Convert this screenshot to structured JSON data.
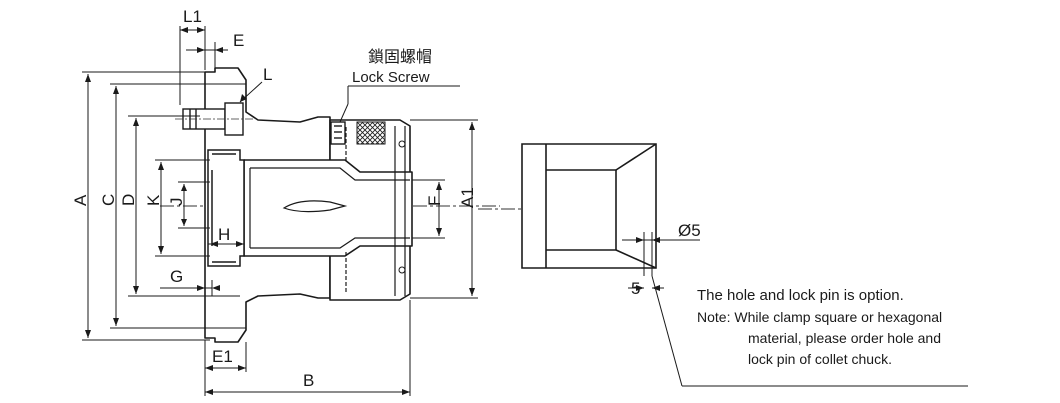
{
  "drawing": {
    "labels": {
      "L1": "L1",
      "E": "E",
      "L": "L",
      "A": "A",
      "C": "C",
      "D": "D",
      "K": "K",
      "J": "J",
      "H": "H",
      "G": "G",
      "E1": "E1",
      "B": "B",
      "F": "F",
      "A1": "A1",
      "dia5": "Ø5",
      "five": "5"
    },
    "lock_screw_cn": "鎖固螺帽",
    "lock_screw_en": "Lock Screw",
    "note_line1": "The hole and lock pin is option.",
    "note_line2": "Note: While clamp square or hexagonal",
    "note_line3": "material, please order hole and",
    "note_line4": "lock pin of collet chuck."
  }
}
